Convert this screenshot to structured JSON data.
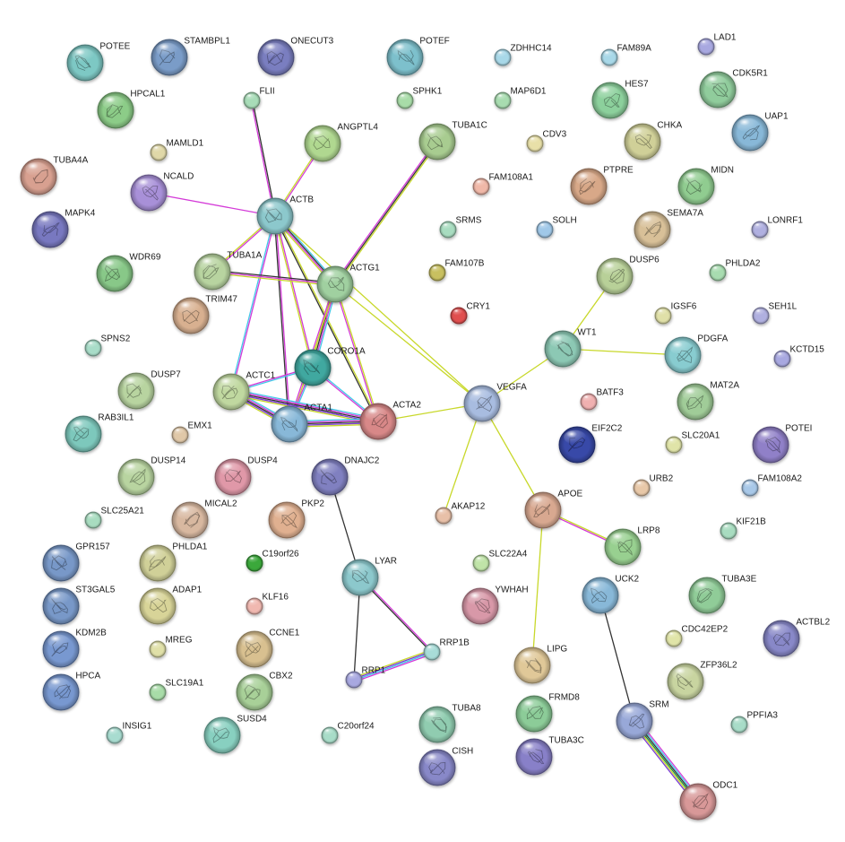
{
  "colors": {
    "textmining": "#c8d82a",
    "experiments": "#d43bd8",
    "coexpression": "#333333",
    "database": "#44c8e8",
    "neighborhood": "#1a8a3a",
    "homology": "#7a3bd4",
    "fusion": "#e8c020"
  },
  "nodes": [
    {
      "id": "POTEE",
      "label": "POTEE",
      "r": 20,
      "color": "#7dc8c4",
      "structure": true
    },
    {
      "id": "STAMBPL1",
      "label": "STAMBPL1",
      "r": 20,
      "color": "#7a9cc8",
      "structure": true
    },
    {
      "id": "ONECUT3",
      "label": "ONECUT3",
      "r": 20,
      "color": "#7a7ec0",
      "structure": true
    },
    {
      "id": "POTEF",
      "label": "POTEF",
      "r": 20,
      "color": "#7dc0cc",
      "structure": true
    },
    {
      "id": "ZDHHC14",
      "label": "ZDHHC14",
      "r": 9,
      "color": "#a8d8e8",
      "structure": false
    },
    {
      "id": "FAM89A",
      "label": "FAM89A",
      "r": 9,
      "color": "#a8d8e8",
      "structure": false
    },
    {
      "id": "LAD1",
      "label": "LAD1",
      "r": 9,
      "color": "#a8a8e0",
      "structure": false
    },
    {
      "id": "HPCAL1",
      "label": "HPCAL1",
      "r": 20,
      "color": "#8ccc88",
      "structure": true
    },
    {
      "id": "FLII",
      "label": "FLII",
      "r": 9,
      "color": "#a8dcb8",
      "structure": false
    },
    {
      "id": "SPHK1",
      "label": "SPHK1",
      "r": 9,
      "color": "#a8dca8",
      "structure": false
    },
    {
      "id": "MAP6D1",
      "label": "MAP6D1",
      "r": 9,
      "color": "#a8dcb0",
      "structure": false
    },
    {
      "id": "HES7",
      "label": "HES7",
      "r": 20,
      "color": "#8cd09c",
      "structure": true
    },
    {
      "id": "CDK5R1",
      "label": "CDK5R1",
      "r": 20,
      "color": "#90cc9c",
      "structure": true
    },
    {
      "id": "UAP1",
      "label": "UAP1",
      "r": 20,
      "color": "#88b8d8",
      "structure": true
    },
    {
      "id": "ANGPTL4",
      "label": "ANGPTL4",
      "r": 20,
      "color": "#b0d890",
      "structure": true
    },
    {
      "id": "TUBA1C",
      "label": "TUBA1C",
      "r": 20,
      "color": "#a8cc90",
      "structure": true
    },
    {
      "id": "MAMLD1",
      "label": "MAMLD1",
      "r": 9,
      "color": "#e0d8a8",
      "structure": false
    },
    {
      "id": "CDV3",
      "label": "CDV3",
      "r": 9,
      "color": "#e8e0a8",
      "structure": false
    },
    {
      "id": "CHKA",
      "label": "CHKA",
      "r": 20,
      "color": "#d0d098",
      "structure": true
    },
    {
      "id": "TUBA4A",
      "label": "TUBA4A",
      "r": 20,
      "color": "#d8a090",
      "structure": true
    },
    {
      "id": "NCALD",
      "label": "NCALD",
      "r": 20,
      "color": "#a890d8",
      "structure": true
    },
    {
      "id": "FAM108A1",
      "label": "FAM108A1",
      "r": 9,
      "color": "#f0b8a8",
      "structure": false
    },
    {
      "id": "PTPRE",
      "label": "PTPRE",
      "r": 20,
      "color": "#d8a888",
      "structure": true
    },
    {
      "id": "MIDN",
      "label": "MIDN",
      "r": 20,
      "color": "#90cc90",
      "structure": true
    },
    {
      "id": "ACTB",
      "label": "ACTB",
      "r": 20,
      "color": "#8cc8cc",
      "structure": true
    },
    {
      "id": "MAPK4",
      "label": "MAPK4",
      "r": 20,
      "color": "#7878c0",
      "structure": true
    },
    {
      "id": "SRMS",
      "label": "SRMS",
      "r": 9,
      "color": "#a8dcc0",
      "structure": false
    },
    {
      "id": "SOLH",
      "label": "SOLH",
      "r": 9,
      "color": "#a0c8e8",
      "structure": false
    },
    {
      "id": "SEMA7A",
      "label": "SEMA7A",
      "r": 20,
      "color": "#d8c098",
      "structure": true
    },
    {
      "id": "LONRF1",
      "label": "LONRF1",
      "r": 9,
      "color": "#b0b0e0",
      "structure": false
    },
    {
      "id": "WDR69",
      "label": "WDR69",
      "r": 20,
      "color": "#88c888",
      "structure": true
    },
    {
      "id": "TUBA1A",
      "label": "TUBA1A",
      "r": 20,
      "color": "#b8d4a0",
      "structure": true
    },
    {
      "id": "FAM107B",
      "label": "FAM107B",
      "r": 9,
      "color": "#c8c060",
      "structure": false
    },
    {
      "id": "ACTG1",
      "label": "ACTG1",
      "r": 20,
      "color": "#a0d0a0",
      "structure": true
    },
    {
      "id": "DUSP6",
      "label": "DUSP6",
      "r": 20,
      "color": "#b8d098",
      "structure": true
    },
    {
      "id": "PHLDA2",
      "label": "PHLDA2",
      "r": 9,
      "color": "#a8dcb0",
      "structure": false
    },
    {
      "id": "TRIM47",
      "label": "TRIM47",
      "r": 20,
      "color": "#d8b090",
      "structure": true
    },
    {
      "id": "CRY1",
      "label": "CRY1",
      "r": 9,
      "color": "#e05050",
      "structure": false
    },
    {
      "id": "IGSF6",
      "label": "IGSF6",
      "r": 9,
      "color": "#e0e0a8",
      "structure": false
    },
    {
      "id": "SEH1L",
      "label": "SEH1L",
      "r": 9,
      "color": "#b0b0e0",
      "structure": false
    },
    {
      "id": "SPNS2",
      "label": "SPNS2",
      "r": 9,
      "color": "#a8dcc8",
      "structure": false
    },
    {
      "id": "WT1",
      "label": "WT1",
      "r": 20,
      "color": "#8cc8b4",
      "structure": true
    },
    {
      "id": "PDGFA",
      "label": "PDGFA",
      "r": 20,
      "color": "#88ccd0",
      "structure": true
    },
    {
      "id": "KCTD15",
      "label": "KCTD15",
      "r": 9,
      "color": "#a8a8e0",
      "structure": false
    },
    {
      "id": "CORO1A",
      "label": "CORO1A",
      "r": 20,
      "color": "#40a8a0",
      "structure": true
    },
    {
      "id": "DUSP7",
      "label": "DUSP7",
      "r": 20,
      "color": "#b8d4a0",
      "structure": true
    },
    {
      "id": "ACTC1",
      "label": "ACTC1",
      "r": 20,
      "color": "#c0d8a0",
      "structure": true
    },
    {
      "id": "ACTA1",
      "label": "ACTA1",
      "r": 20,
      "color": "#88b8d8",
      "structure": true
    },
    {
      "id": "ACTA2",
      "label": "ACTA2",
      "r": 20,
      "color": "#d88888",
      "structure": true
    },
    {
      "id": "VEGFA",
      "label": "VEGFA",
      "r": 20,
      "color": "#a8bce0",
      "structure": true
    },
    {
      "id": "BATF3",
      "label": "BATF3",
      "r": 9,
      "color": "#f0b0b0",
      "structure": false
    },
    {
      "id": "MAT2A",
      "label": "MAT2A",
      "r": 20,
      "color": "#a0cc98",
      "structure": true
    },
    {
      "id": "RAB3IL1",
      "label": "RAB3IL1",
      "r": 20,
      "color": "#7dc8bc",
      "structure": true
    },
    {
      "id": "EMX1",
      "label": "EMX1",
      "r": 9,
      "color": "#e0c8a8",
      "structure": false
    },
    {
      "id": "EIF2C2",
      "label": "EIF2C2",
      "r": 20,
      "color": "#3848a8",
      "structure": true
    },
    {
      "id": "SLC20A1",
      "label": "SLC20A1",
      "r": 9,
      "color": "#e0e4a8",
      "structure": false
    },
    {
      "id": "POTEI",
      "label": "POTEI",
      "r": 20,
      "color": "#9080c8",
      "structure": true
    },
    {
      "id": "DUSP14",
      "label": "DUSP14",
      "r": 20,
      "color": "#b8d4a0",
      "structure": true
    },
    {
      "id": "DUSP4",
      "label": "DUSP4",
      "r": 20,
      "color": "#e098a8",
      "structure": true
    },
    {
      "id": "DNAJC2",
      "label": "DNAJC2",
      "r": 20,
      "color": "#8080c0",
      "structure": true
    },
    {
      "id": "FAM108A2",
      "label": "FAM108A2",
      "r": 9,
      "color": "#a8c8e8",
      "structure": false
    },
    {
      "id": "URB2",
      "label": "URB2",
      "r": 9,
      "color": "#e8c8a8",
      "structure": false
    },
    {
      "id": "SLC25A21",
      "label": "SLC25A21",
      "r": 9,
      "color": "#a8dcc0",
      "structure": false
    },
    {
      "id": "MICAL2",
      "label": "MICAL2",
      "r": 20,
      "color": "#d8b8a0",
      "structure": true
    },
    {
      "id": "PKP2",
      "label": "PKP2",
      "r": 20,
      "color": "#e0b090",
      "structure": true
    },
    {
      "id": "AKAP12",
      "label": "AKAP12",
      "r": 9,
      "color": "#e8c0a8",
      "structure": false
    },
    {
      "id": "APOE",
      "label": "APOE",
      "r": 20,
      "color": "#d8a890",
      "structure": true
    },
    {
      "id": "KIF21B",
      "label": "KIF21B",
      "r": 9,
      "color": "#a8dcc0",
      "structure": false
    },
    {
      "id": "GPR157",
      "label": "GPR157",
      "r": 20,
      "color": "#7898c8",
      "structure": true
    },
    {
      "id": "PHLDA1",
      "label": "PHLDA1",
      "r": 20,
      "color": "#d0d098",
      "structure": true
    },
    {
      "id": "C19orf26",
      "label": "C19orf26",
      "r": 9,
      "color": "#3aa83a",
      "structure": false
    },
    {
      "id": "LRP8",
      "label": "LRP8",
      "r": 20,
      "color": "#98d090",
      "structure": true
    },
    {
      "id": "SLC22A4",
      "label": "SLC22A4",
      "r": 9,
      "color": "#c0e4a8",
      "structure": false
    },
    {
      "id": "LYAR",
      "label": "LYAR",
      "r": 20,
      "color": "#8cc8cc",
      "structure": true
    },
    {
      "id": "UCK2",
      "label": "UCK2",
      "r": 20,
      "color": "#88b8d8",
      "structure": true
    },
    {
      "id": "TUBA3E",
      "label": "TUBA3E",
      "r": 20,
      "color": "#90cc98",
      "structure": true
    },
    {
      "id": "ST3GAL5",
      "label": "ST3GAL5",
      "r": 20,
      "color": "#7898c8",
      "structure": true
    },
    {
      "id": "ADAP1",
      "label": "ADAP1",
      "r": 20,
      "color": "#d8d498",
      "structure": true
    },
    {
      "id": "KLF16",
      "label": "KLF16",
      "r": 9,
      "color": "#f0b8b0",
      "structure": false
    },
    {
      "id": "YWHAH",
      "label": "YWHAH",
      "r": 20,
      "color": "#d898a8",
      "structure": true
    },
    {
      "id": "ACTBL2",
      "label": "ACTBL2",
      "r": 20,
      "color": "#8888c8",
      "structure": true
    },
    {
      "id": "KDM2B",
      "label": "KDM2B",
      "r": 20,
      "color": "#7898d0",
      "structure": true
    },
    {
      "id": "MREG",
      "label": "MREG",
      "r": 9,
      "color": "#e0e0a8",
      "structure": false
    },
    {
      "id": "CCNE1",
      "label": "CCNE1",
      "r": 20,
      "color": "#d8c090",
      "structure": true
    },
    {
      "id": "RRP1B",
      "label": "RRP1B",
      "r": 9,
      "color": "#a8dcd8",
      "structure": false
    },
    {
      "id": "LIPG",
      "label": "LIPG",
      "r": 20,
      "color": "#e0c898",
      "structure": true
    },
    {
      "id": "CDC42EP2",
      "label": "CDC42EP2",
      "r": 9,
      "color": "#e0e4a8",
      "structure": false
    },
    {
      "id": "HPCA",
      "label": "HPCA",
      "r": 20,
      "color": "#7898d0",
      "structure": true
    },
    {
      "id": "SLC19A1",
      "label": "SLC19A1",
      "r": 9,
      "color": "#a8dca8",
      "structure": false
    },
    {
      "id": "CBX2",
      "label": "CBX2",
      "r": 20,
      "color": "#a8d098",
      "structure": true
    },
    {
      "id": "RRP1",
      "label": "RRP1",
      "r": 9,
      "color": "#a8a8e0",
      "structure": false
    },
    {
      "id": "ZFP36L2",
      "label": "ZFP36L2",
      "r": 20,
      "color": "#c8d4a0",
      "structure": true
    },
    {
      "id": "FRMD8",
      "label": "FRMD8",
      "r": 20,
      "color": "#8ccc98",
      "structure": true
    },
    {
      "id": "SRM",
      "label": "SRM",
      "r": 20,
      "color": "#98a8d8",
      "structure": true
    },
    {
      "id": "TUBA8",
      "label": "TUBA8",
      "r": 20,
      "color": "#90ccb0",
      "structure": true
    },
    {
      "id": "INSIG1",
      "label": "INSIG1",
      "r": 9,
      "color": "#a8dcd0",
      "structure": false
    },
    {
      "id": "SUSD4",
      "label": "SUSD4",
      "r": 20,
      "color": "#88d0c0",
      "structure": true
    },
    {
      "id": "C20orf24",
      "label": "C20orf24",
      "r": 9,
      "color": "#a8dcc8",
      "structure": false
    },
    {
      "id": "PPFIA3",
      "label": "PPFIA3",
      "r": 9,
      "color": "#a8dcc8",
      "structure": false
    },
    {
      "id": "CISH",
      "label": "CISH",
      "r": 20,
      "color": "#8888c8",
      "structure": true
    },
    {
      "id": "TUBA3C",
      "label": "TUBA3C",
      "r": 20,
      "color": "#8880c8",
      "structure": true
    },
    {
      "id": "ODC1",
      "label": "ODC1",
      "r": 20,
      "color": "#d89898",
      "structure": true
    }
  ],
  "edges": [
    {
      "source": "ACTB",
      "target": "FLII",
      "evidence": [
        "experiments",
        "coexpression"
      ]
    },
    {
      "source": "ACTB",
      "target": "ANGPTL4",
      "evidence": [
        "textmining",
        "experiments"
      ]
    },
    {
      "source": "ACTB",
      "target": "NCALD",
      "evidence": [
        "experiments"
      ]
    },
    {
      "source": "ACTB",
      "target": "TUBA1A",
      "evidence": [
        "experiments",
        "textmining"
      ]
    },
    {
      "source": "ACTB",
      "target": "ACTG1",
      "evidence": [
        "database",
        "coexpression",
        "experiments",
        "textmining"
      ]
    },
    {
      "source": "ACTB",
      "target": "CORO1A",
      "evidence": [
        "experiments",
        "textmining"
      ]
    },
    {
      "source": "ACTB",
      "target": "ACTC1",
      "evidence": [
        "experiments",
        "database"
      ]
    },
    {
      "source": "ACTB",
      "target": "ACTA1",
      "evidence": [
        "experiments",
        "coexpression"
      ]
    },
    {
      "source": "ACTB",
      "target": "ACTA2",
      "evidence": [
        "textmining",
        "coexpression"
      ]
    },
    {
      "source": "ACTB",
      "target": "VEGFA",
      "evidence": [
        "textmining"
      ]
    },
    {
      "source": "TUBA1C",
      "target": "ACTG1",
      "evidence": [
        "textmining",
        "coexpression",
        "experiments"
      ]
    },
    {
      "source": "TUBA1A",
      "target": "ACTG1",
      "evidence": [
        "coexpression",
        "experiments",
        "textmining"
      ]
    },
    {
      "source": "ACTG1",
      "target": "CORO1A",
      "evidence": [
        "database",
        "experiments",
        "coexpression",
        "textmining"
      ]
    },
    {
      "source": "ACTG1",
      "target": "ACTA1",
      "evidence": [
        "textmining",
        "experiments"
      ]
    },
    {
      "source": "ACTG1",
      "target": "ACTA2",
      "evidence": [
        "textmining",
        "experiments"
      ]
    },
    {
      "source": "ACTG1",
      "target": "VEGFA",
      "evidence": [
        "textmining"
      ]
    },
    {
      "source": "CORO1A",
      "target": "ACTC1",
      "evidence": [
        "database",
        "experiments"
      ]
    },
    {
      "source": "CORO1A",
      "target": "ACTA1",
      "evidence": [
        "database",
        "experiments"
      ]
    },
    {
      "source": "CORO1A",
      "target": "ACTA2",
      "evidence": [
        "database",
        "experiments"
      ]
    },
    {
      "source": "ACTC1",
      "target": "ACTA1",
      "evidence": [
        "database",
        "experiments",
        "coexpression",
        "homology",
        "textmining"
      ]
    },
    {
      "source": "ACTC1",
      "target": "ACTA2",
      "evidence": [
        "database",
        "experiments",
        "coexpression",
        "homology",
        "textmining"
      ]
    },
    {
      "source": "ACTA1",
      "target": "ACTA2",
      "evidence": [
        "database",
        "experiments",
        "coexpression",
        "homology",
        "textmining"
      ]
    },
    {
      "source": "ACTA2",
      "target": "VEGFA",
      "evidence": [
        "textmining"
      ]
    },
    {
      "source": "VEGFA",
      "target": "WT1",
      "evidence": [
        "textmining"
      ]
    },
    {
      "source": "VEGFA",
      "target": "AKAP12",
      "evidence": [
        "textmining"
      ]
    },
    {
      "source": "VEGFA",
      "target": "APOE",
      "evidence": [
        "textmining"
      ]
    },
    {
      "source": "WT1",
      "target": "DUSP6",
      "evidence": [
        "textmining"
      ]
    },
    {
      "source": "WT1",
      "target": "PDGFA",
      "evidence": [
        "textmining"
      ]
    },
    {
      "source": "APOE",
      "target": "LRP8",
      "evidence": [
        "textmining",
        "experiments"
      ]
    },
    {
      "source": "APOE",
      "target": "LIPG",
      "evidence": [
        "textmining"
      ]
    },
    {
      "source": "DNAJC2",
      "target": "LYAR",
      "evidence": [
        "coexpression"
      ]
    },
    {
      "source": "LYAR",
      "target": "RRP1B",
      "evidence": [
        "experiments",
        "coexpression"
      ]
    },
    {
      "source": "LYAR",
      "target": "RRP1",
      "evidence": [
        "coexpression"
      ]
    },
    {
      "source": "RRP1",
      "target": "RRP1B",
      "evidence": [
        "textmining",
        "homology",
        "database",
        "experiments"
      ]
    },
    {
      "source": "UCK2",
      "target": "SRM",
      "evidence": [
        "coexpression"
      ]
    },
    {
      "source": "SRM",
      "target": "ODC1",
      "evidence": [
        "experiments",
        "database",
        "coexpression",
        "neighborhood",
        "textmining",
        "homology"
      ]
    }
  ]
}
